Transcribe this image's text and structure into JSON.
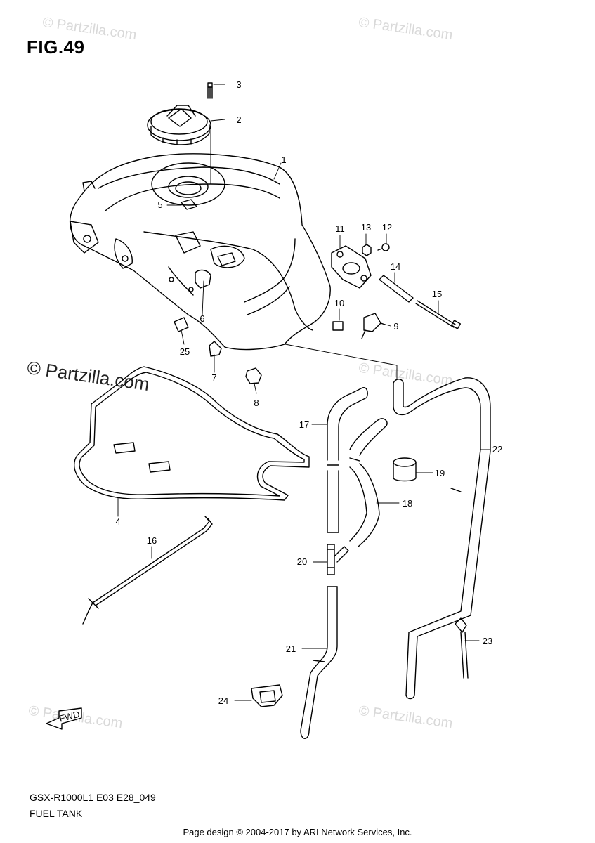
{
  "figure": {
    "title": "FIG.49",
    "model_code": "GSX-R1000L1 E03 E28_049",
    "name": "FUEL TANK"
  },
  "footer": "Page design © 2004-2017 by ARI Network Services, Inc.",
  "watermark": {
    "small": "© Partzilla.com",
    "large": "© Partzilla.com"
  },
  "fwd_label": "FWD",
  "callouts": [
    {
      "id": "c1",
      "label": "1"
    },
    {
      "id": "c2",
      "label": "2"
    },
    {
      "id": "c3",
      "label": "3"
    },
    {
      "id": "c4",
      "label": "4"
    },
    {
      "id": "c5",
      "label": "5"
    },
    {
      "id": "c6",
      "label": "6"
    },
    {
      "id": "c7",
      "label": "7"
    },
    {
      "id": "c8",
      "label": "8"
    },
    {
      "id": "c9",
      "label": "9"
    },
    {
      "id": "c10",
      "label": "10"
    },
    {
      "id": "c11",
      "label": "11"
    },
    {
      "id": "c12",
      "label": "12"
    },
    {
      "id": "c13",
      "label": "13"
    },
    {
      "id": "c14",
      "label": "14"
    },
    {
      "id": "c15",
      "label": "15"
    },
    {
      "id": "c16",
      "label": "16"
    },
    {
      "id": "c17",
      "label": "17"
    },
    {
      "id": "c18",
      "label": "18"
    },
    {
      "id": "c19",
      "label": "19"
    },
    {
      "id": "c20",
      "label": "20"
    },
    {
      "id": "c21",
      "label": "21"
    },
    {
      "id": "c22",
      "label": "22"
    },
    {
      "id": "c23",
      "label": "23"
    },
    {
      "id": "c24",
      "label": "24"
    },
    {
      "id": "c25",
      "label": "25"
    }
  ]
}
